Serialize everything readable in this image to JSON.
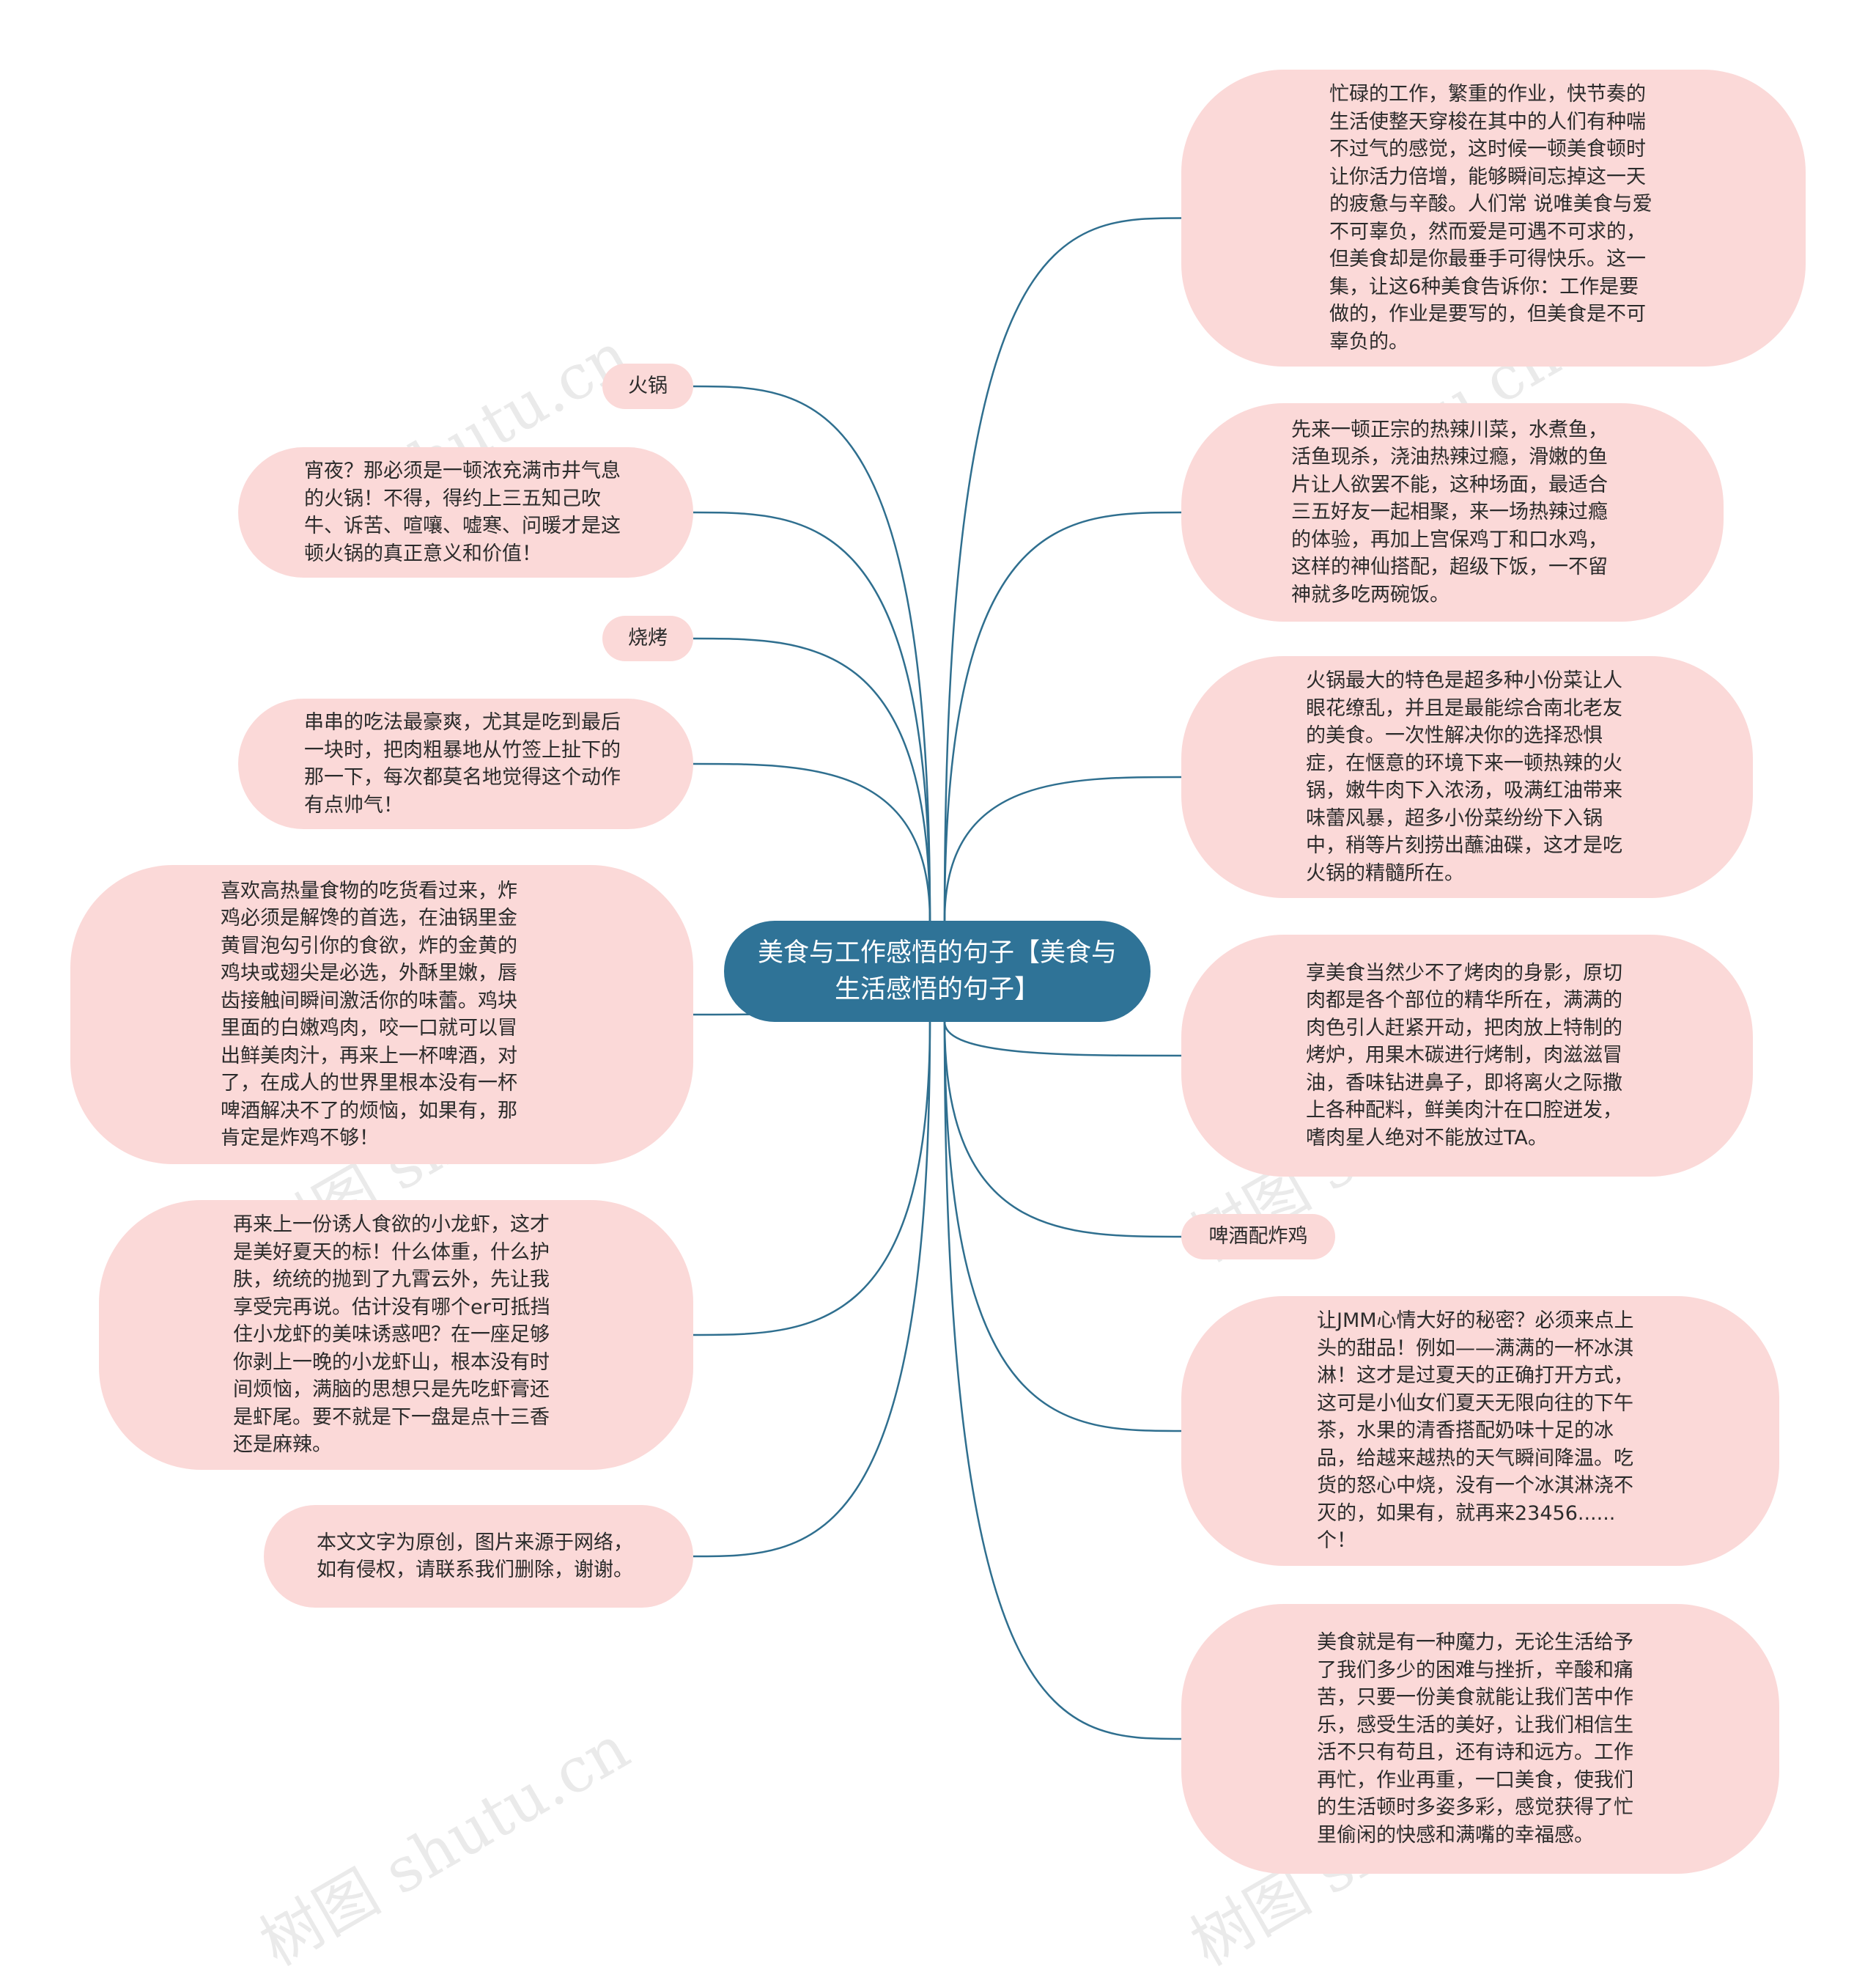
{
  "center": {
    "title": "美食与工作感悟的句子【美食与生活感悟的句子】"
  },
  "left": [
    {
      "id": "l1",
      "text": "火锅"
    },
    {
      "id": "l2",
      "text": "宵夜？那必须是一顿浓充满市井气息的火锅！不得，得约上三五知己吹牛、诉苦、喧嚷、嘘寒、问暖才是这顿火锅的真正意义和价值！"
    },
    {
      "id": "l3",
      "text": "烧烤"
    },
    {
      "id": "l4",
      "text": "串串的吃法最豪爽，尤其是吃到最后一块时，把肉粗暴地从竹签上扯下的那一下，每次都莫名地觉得这个动作有点帅气！"
    },
    {
      "id": "l5",
      "text": "喜欢高热量食物的吃货看过来，炸鸡必须是解馋的首选，在油锅里金黄冒泡勾引你的食欲，炸的金黄的鸡块或翅尖是必选，外酥里嫩，唇齿接触间瞬间激活你的味蕾。鸡块里面的白嫩鸡肉，咬一口就可以冒出鲜美肉汁，再来上一杯啤酒，对了，在成人的世界里根本没有一杯啤酒解决不了的烦恼，如果有，那肯定是炸鸡不够！"
    },
    {
      "id": "l6",
      "text": "再来上一份诱人食欲的小龙虾，这才是美好夏天的标！什么体重，什么护肤，统统的抛到了九霄云外，先让我享受完再说。估计没有哪个er可抵挡住小龙虾的美味诱惑吧？在一座足够你剥上一晚的小龙虾山，根本没有时间烦恼，满脑的思想只是先吃虾膏还是虾尾。要不就是下一盘是点十三香还是麻辣。"
    },
    {
      "id": "l7",
      "text": "本文文字为原创，图片来源于网络，如有侵权，请联系我们删除，谢谢。"
    }
  ],
  "right": [
    {
      "id": "r1",
      "text": "忙碌的工作，繁重的作业，快节奏的生活使整天穿梭在其中的人们有种喘不过气的感觉，这时候一顿美食顿时让你活力倍增，能够瞬间忘掉这一天的疲惫与辛酸。人们常 说唯美食与爱不可辜负，然而爱是可遇不可求的，但美食却是你最垂手可得快乐。这一集，让这6种美食告诉你：工作是要做的，作业是要写的，但美食是不可辜负的。"
    },
    {
      "id": "r2",
      "text": "先来一顿正宗的热辣川菜，水煮鱼，活鱼现杀，浇油热辣过瘾，滑嫩的鱼片让人欲罢不能，这种场面，最适合三五好友一起相聚，来一场热辣过瘾的体验，再加上宫保鸡丁和口水鸡，这样的神仙搭配，超级下饭，一不留神就多吃两碗饭。"
    },
    {
      "id": "r3",
      "text": "火锅最大的特色是超多种小份菜让人眼花缭乱，并且是最能综合南北老友的美食。一次性解决你的选择恐惧症，在惬意的环境下来一顿热辣的火锅，嫩牛肉下入浓汤，吸满红油带来味蕾风暴，超多小份菜纷纷下入锅中，稍等片刻捞出蘸油碟，这才是吃火锅的精髓所在。"
    },
    {
      "id": "r4",
      "text": "享美食当然少不了烤肉的身影，原切肉都是各个部位的精华所在，满满的肉色引人赶紧开动，把肉放上特制的烤炉，用果木碳进行烤制，肉滋滋冒油，香味钻进鼻子，即将离火之际撒上各种配料，鲜美肉汁在口腔迸发，嗜肉星人绝对不能放过TA。"
    },
    {
      "id": "r5",
      "text": "啤酒配炸鸡"
    },
    {
      "id": "r6",
      "text": "让JMM心情大好的秘密？必须来点上头的甜品！例如——满满的一杯冰淇淋！这才是过夏天的正确打开方式，这可是小仙女们夏天无限向往的下午茶，水果的清香搭配奶味十足的冰品，给越来越热的天气瞬间降温。吃货的怒心中烧，没有一个冰淇淋浇不灭的，如果有，就再来23456......个！"
    },
    {
      "id": "r7",
      "text": "美食就是有一种魔力，无论生活给予了我们多少的困难与挫折，辛酸和痛苦，只要一份美食就能让我们苦中作乐，感受生活的美好，让我们相信生活不只有苟且，还有诗和远方。工作再忙，作业再重，一口美食，使我们的生活顿时多姿多彩，感觉获得了忙里偷闲的快感和满嘴的幸福感。"
    }
  ],
  "watermark": "树图 shutu.cn",
  "colors": {
    "node_fill": "#fbd9d8",
    "center_fill": "#2f7397",
    "link": "#2f6f8f"
  }
}
